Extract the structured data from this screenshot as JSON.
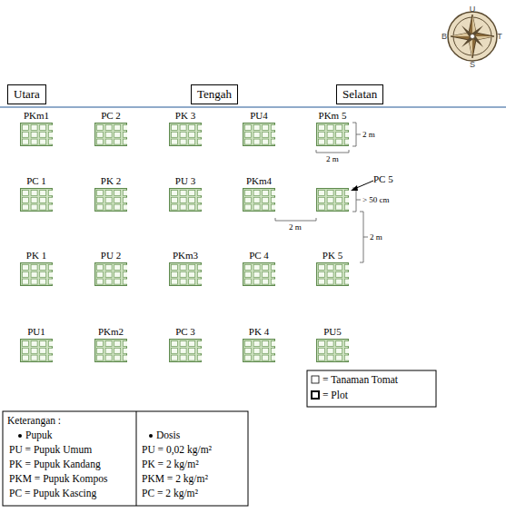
{
  "diagram": {
    "nodes": [
      {
        "text": [
          "Utara"
        ]
      },
      {
        "text": [
          "Tengah"
        ]
      },
      {
        "text": [
          "Selatan"
        ]
      },
      {
        "text": [
          "PKm1"
        ]
      },
      {
        "text": [
          "PC 2"
        ]
      },
      {
        "text": [
          "PK 3"
        ]
      },
      {
        "text": [
          "PU4"
        ]
      },
      {
        "text": [
          "PKm 5"
        ]
      },
      {
        "text": [
          "PC 1"
        ]
      },
      {
        "text": [
          "PK 2"
        ]
      },
      {
        "text": [
          "PU 3"
        ]
      },
      {
        "text": [
          "PKm4"
        ]
      },
      {
        "text": [
          "PC 5"
        ]
      },
      {
        "text": [
          "PK 1"
        ]
      },
      {
        "text": [
          "PU 2"
        ]
      },
      {
        "text": [
          "PKm3"
        ]
      },
      {
        "text": [
          "PC 4"
        ]
      },
      {
        "text": [
          "PK 5"
        ]
      },
      {
        "text": [
          "PU1"
        ]
      },
      {
        "text": [
          "PKm2"
        ]
      },
      {
        "text": [
          "PC 3"
        ]
      },
      {
        "text": [
          "PK 4"
        ]
      },
      {
        "text": [
          "PU5"
        ]
      }
    ],
    "labels": [
      "U",
      "T",
      "S",
      "B",
      "2 m",
      "2 m",
      "> 50 cm",
      "2 m",
      "2 m",
      "Keterangan :",
      "Pupuk",
      "PU = Pupuk Umum",
      "PK = Pupuk Kandang",
      "PKM = Pupuk Kompos",
      "PC = Pupuk Kascing",
      "Dosis",
      "PU = 0,02 kg/m²",
      "PK = 2 kg/m²",
      "PKM = 2 kg/m²",
      "PC = 2 kg/m²"
    ],
    "legend": [
      {
        "text": "= Tanaman Tomat"
      },
      {
        "text": "= Plot"
      }
    ]
  }
}
